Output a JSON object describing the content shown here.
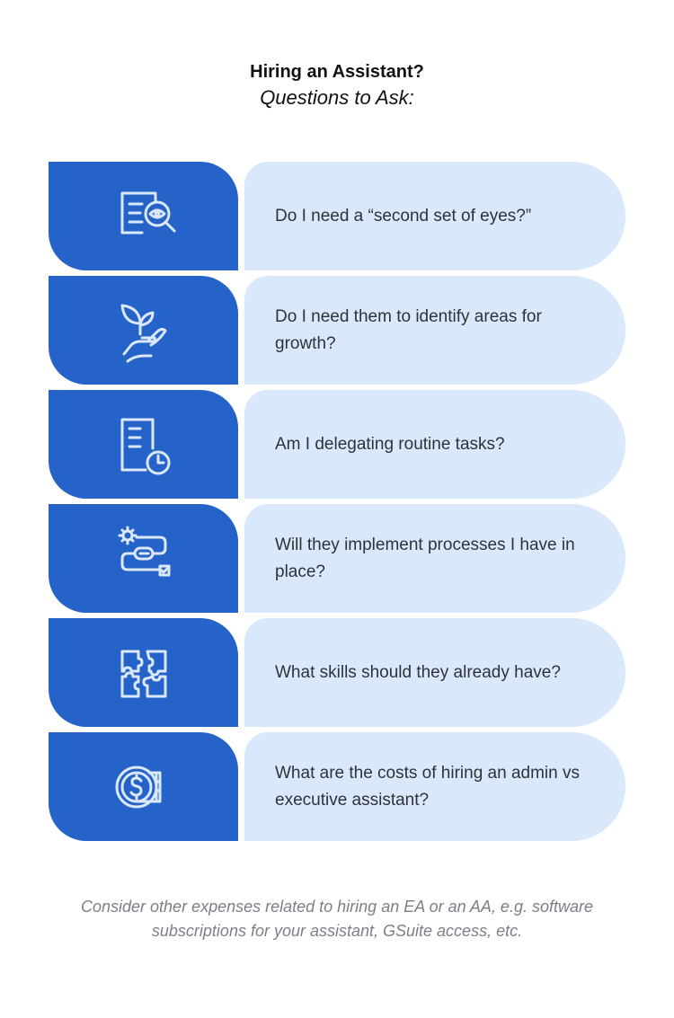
{
  "header": {
    "title": "Hiring an Assistant?",
    "subtitle": "Questions to Ask:"
  },
  "colors": {
    "accent": "#2563c8",
    "panel": "#d9e8fb",
    "icon": "#dbe8fb"
  },
  "questions": [
    {
      "icon": "document-search-eye-icon",
      "text": "Do I need a “second set of eyes?”"
    },
    {
      "icon": "plant-hand-icon",
      "text": "Do I need them to identify areas for growth?"
    },
    {
      "icon": "document-clock-icon",
      "text": "Am I delegating routine tasks?"
    },
    {
      "icon": "process-flow-icon",
      "text": "Will they implement processes I have in place?"
    },
    {
      "icon": "puzzle-icon",
      "text": "What skills should they already have?"
    },
    {
      "icon": "coin-dollar-icon",
      "text": "What are the costs of hiring an admin vs executive assistant?"
    }
  ],
  "footer": "Consider other expenses related to hiring an EA or an AA, e.g. software subscriptions for your assistant, GSuite access, etc."
}
